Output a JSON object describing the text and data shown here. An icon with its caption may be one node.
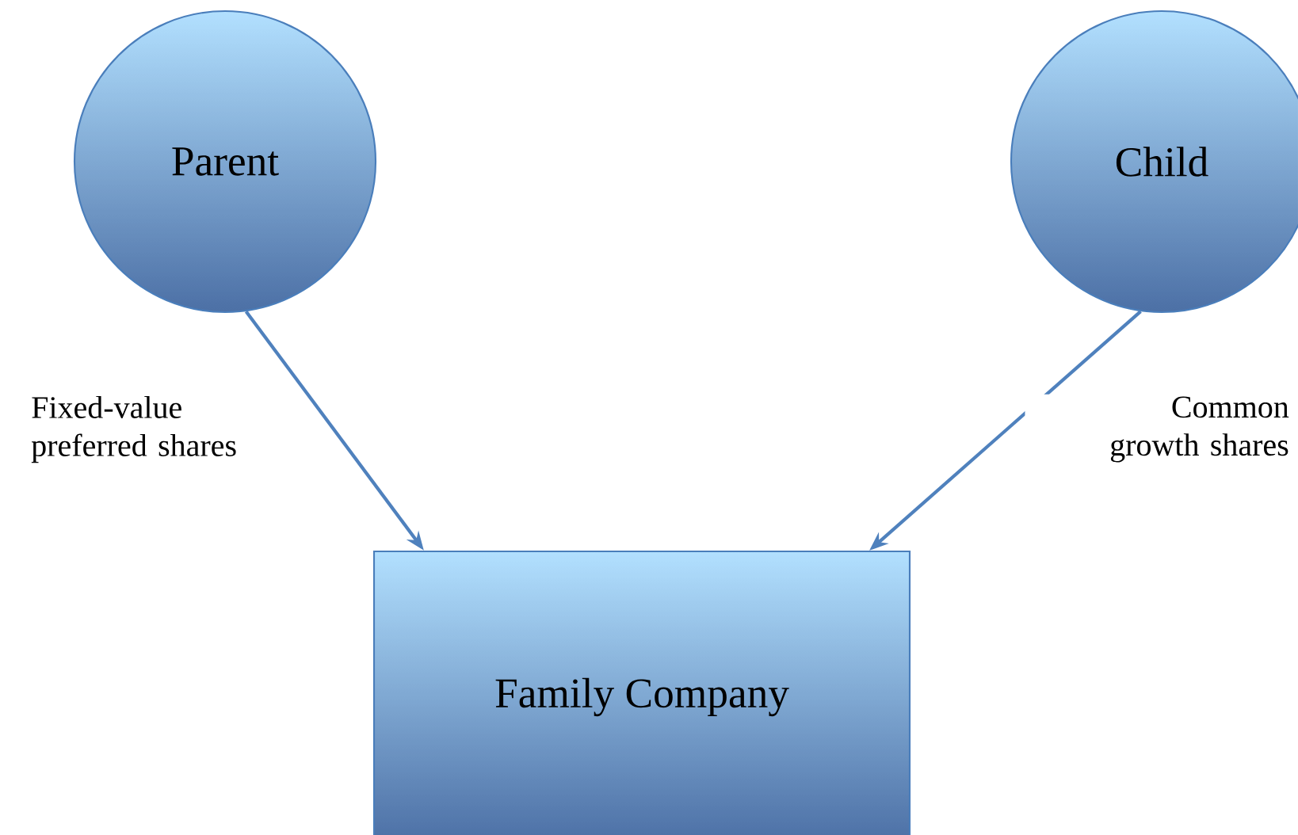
{
  "diagram": {
    "nodes": [
      {
        "text": [
          "Parent"
        ]
      },
      {
        "text": [
          "Child"
        ]
      },
      {
        "text": [
          "Family Company"
        ]
      }
    ],
    "edges": [
      {
        "from": 0,
        "to": 2,
        "arrow": "to",
        "label": "Fixed-value preferred shares"
      },
      {
        "from": 1,
        "to": 2,
        "arrow": "to",
        "label": "Common growth shares"
      }
    ]
  }
}
